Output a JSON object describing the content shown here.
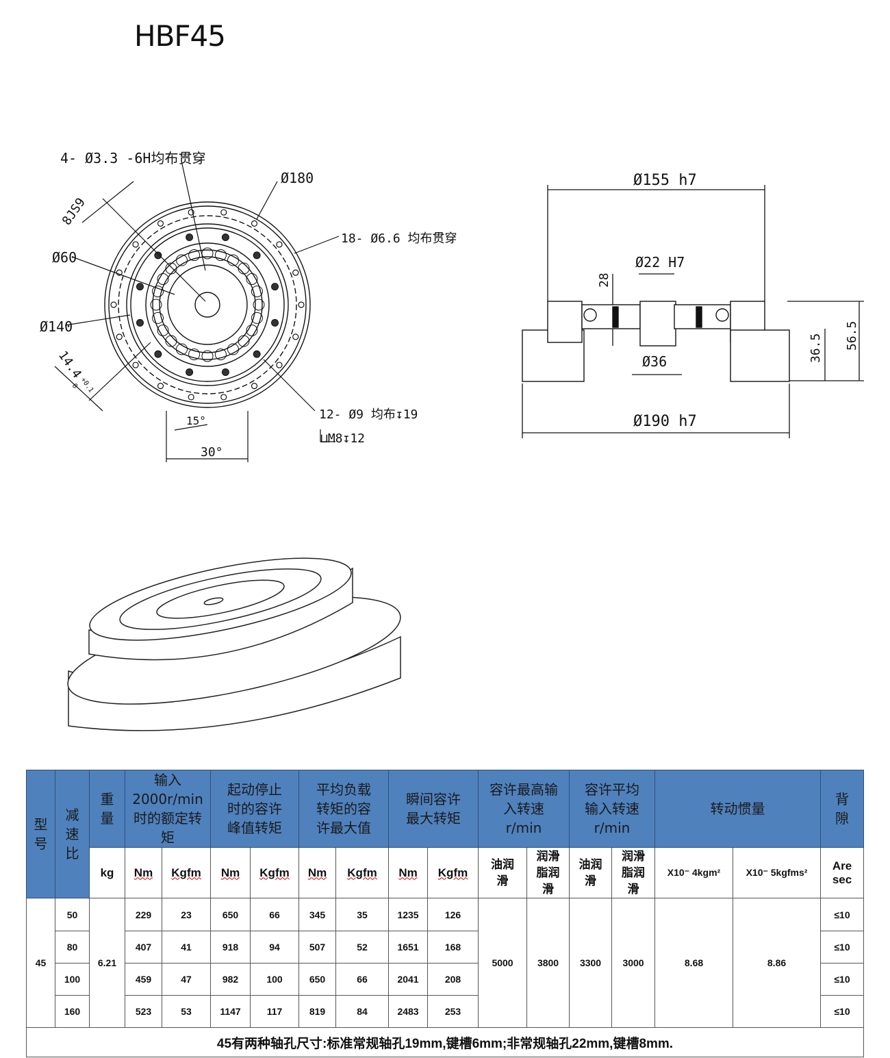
{
  "title": "HBF45",
  "front_view": {
    "holes_label": "4- Ø3.3 -6H均布贯穿",
    "d180": "Ø180",
    "keyway": "8JS9",
    "holes18": "18- Ø6.6 均布贯穿",
    "d60": "Ø60",
    "d140": "Ø140",
    "dim144": "14.4",
    "tol": "+0.1",
    "tol0": "0",
    "holes12": "12- Ø9 均布↧19",
    "thread": "⊔M8↧12",
    "a15": "15°",
    "a30": "30°"
  },
  "side_view": {
    "d155": "Ø155 h7",
    "d22": "Ø22 H7",
    "h28": "28",
    "d36": "Ø36",
    "d190": "Ø190 h7",
    "h365": "36.5",
    "h565": "56.5"
  },
  "table": {
    "header": {
      "model": "型号",
      "ratio": "减速比",
      "weight": "重量",
      "rated": "输入2000r/min时的额定转矩",
      "peak": "起动停止时的容许峰值转矩",
      "avg": "平均负载转矩的容许最大值",
      "mom": "瞬间容许最大转矩",
      "maxspeed": "容许最高输入转速r/min",
      "avgspeed": "容许平均输入转速r/min",
      "inertia": "转动惯量",
      "backlash": "背隙"
    },
    "units": {
      "kg": "kg",
      "nm": "Nm",
      "kgfm": "Kgfm",
      "oil": "油润滑",
      "grease": "润滑脂润滑",
      "i1": "X10⁻ 4kgm²",
      "i2": "X10⁻ 5kgfms²",
      "arc": "Are sec"
    },
    "model": "45",
    "weight": "6.21",
    "maxspeed_oil": "5000",
    "maxspeed_grease": "3800",
    "avgspeed_oil": "3300",
    "avgspeed_grease": "3000",
    "inertia1": "8.68",
    "inertia2": "8.86",
    "rows": [
      {
        "ratio": "50",
        "r_nm": "229",
        "r_kgfm": "23",
        "p_nm": "650",
        "p_kgfm": "66",
        "a_nm": "345",
        "a_kgfm": "35",
        "m_nm": "1235",
        "m_kgfm": "126",
        "backlash": "≤10"
      },
      {
        "ratio": "80",
        "r_nm": "407",
        "r_kgfm": "41",
        "p_nm": "918",
        "p_kgfm": "94",
        "a_nm": "507",
        "a_kgfm": "52",
        "m_nm": "1651",
        "m_kgfm": "168",
        "backlash": "≤10"
      },
      {
        "ratio": "100",
        "r_nm": "459",
        "r_kgfm": "47",
        "p_nm": "982",
        "p_kgfm": "100",
        "a_nm": "650",
        "a_kgfm": "66",
        "m_nm": "2041",
        "m_kgfm": "208",
        "backlash": "≤10"
      },
      {
        "ratio": "160",
        "r_nm": "523",
        "r_kgfm": "53",
        "p_nm": "1147",
        "p_kgfm": "117",
        "a_nm": "819",
        "a_kgfm": "84",
        "m_nm": "2483",
        "m_kgfm": "253",
        "backlash": "≤10"
      }
    ],
    "footnote": "45有两种轴孔尺寸:标准常规轴孔19mm,键槽6mm;非常规轴孔22mm,键槽8mm."
  }
}
